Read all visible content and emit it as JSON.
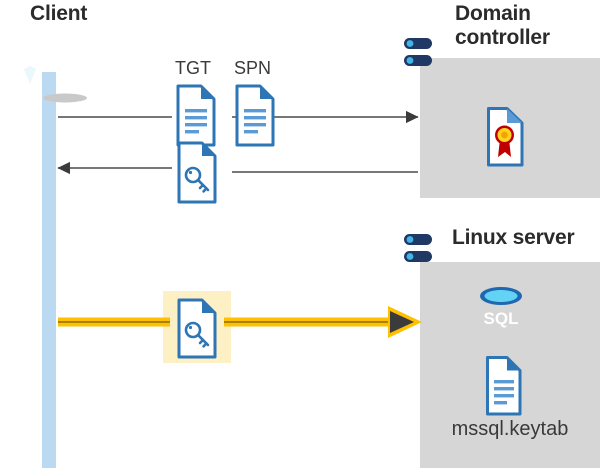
{
  "diagram": {
    "title_client": "Client",
    "title_domain_controller": "Domain\ncontroller",
    "title_linux_server": "Linux server",
    "file_label_keytab": "mssql.keytab",
    "message_labels": {
      "tgt": "TGT",
      "spn": "SPN"
    },
    "icons": {
      "client": "client-workstation-icon",
      "server_dc": "server-rack-icon",
      "server_linux": "server-rack-icon",
      "certificate": "certificate-document-icon",
      "sql_database": "sql-database-icon",
      "keytab_file": "document-lines-icon",
      "tgt_document": "document-lines-icon",
      "spn_document": "document-lines-icon",
      "ticket_key_reply": "document-key-icon",
      "service_ticket": "document-key-icon"
    },
    "sql_badge_text": "SQL",
    "flows": [
      {
        "name": "request-tgt-spn",
        "direction": "client-to-domain-controller",
        "payload": [
          "TGT",
          "SPN"
        ]
      },
      {
        "name": "issue-service-ticket",
        "direction": "domain-controller-to-client",
        "payload": [
          "ticket"
        ]
      },
      {
        "name": "present-ticket-to-linux-server",
        "direction": "client-to-linux-server",
        "payload": [
          "ticket"
        ],
        "highlighted": true
      }
    ],
    "colors": {
      "panel_gray": "#d6d6d6",
      "lifeline_blue": "#bcd9f2",
      "highlight_yellow": "#fdf0c4",
      "arrow_gold": "#ffc000",
      "arrow_dark": "#404040",
      "doc_blue": "#2e75b6",
      "sql_blue": "#1f68b0",
      "text_dark": "#2b2b2b",
      "seal_yellow": "#ffd320",
      "seal_red": "#c00000",
      "server_body": "#a6a6a6",
      "server_bar": "#203864"
    }
  }
}
